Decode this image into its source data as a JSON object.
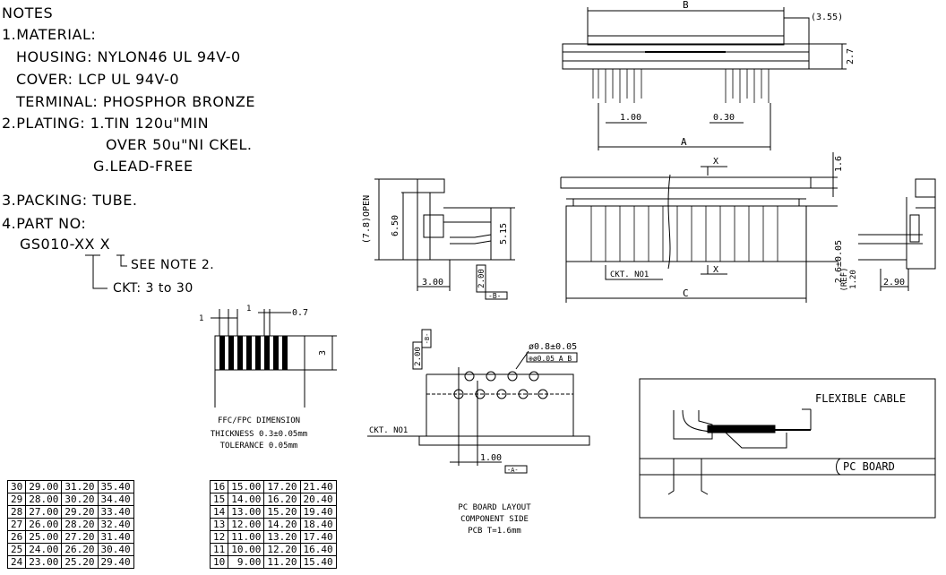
{
  "notes": {
    "heading": "NOTES",
    "line1": "1.MATERIAL:",
    "line2": "HOUSING: NYLON46 UL 94V-0",
    "line3": "COVER: LCP UL 94V-0",
    "line4": "TERMINAL: PHOSPHOR BRONZE",
    "line5": "2.PLATING: 1.TIN 120u\"MIN",
    "line6": "OVER 50u\"NI CKEL.",
    "line7": "G.LEAD-FREE",
    "line8": "3.PACKING: TUBE.",
    "line9": "4.PART NO:",
    "partno": "GS010-XX X",
    "see_note": "SEE NOTE 2.",
    "ckt": "CKT: 3 to 30"
  },
  "top_view": {
    "b": "B",
    "a": "A",
    "d355": "(3.55)",
    "d27": "2.7",
    "d100": "1.00",
    "d030": "0.30"
  },
  "side_view": {
    "open": "(7.8)OPEN",
    "d650": "6.50",
    "d515": "5.15",
    "d300": "3.00",
    "d200": "2.00",
    "datum_b": "-B-"
  },
  "front_view": {
    "x_top": "X",
    "x_bot": "X",
    "d16": "1.6",
    "d26": "2.6±0.05",
    "ckt_no1": "CKT. NO1",
    "c": "C"
  },
  "right_view": {
    "ref": "(REF)",
    "d120": "1.20",
    "d290": "2.90"
  },
  "ffc": {
    "d1a": "1",
    "d1b": "1",
    "d07": "0.7",
    "d3": "3",
    "title": "FFC/FPC DIMENSION",
    "thickness": "THICKNESS 0.3±0.05mm",
    "tolerance": "TOLERANCE 0.05mm"
  },
  "pcb": {
    "d200": "2.00",
    "datum_b": "-B-",
    "hole_dia": "ø0.8±0.05",
    "tol_frame": "⊕ø0.05 A B",
    "ckt_no1": "CKT. NO1",
    "d100": "1.00",
    "datum_a": "-A-",
    "caption1": "PC BOARD LAYOUT",
    "caption2": "COMPONENT SIDE",
    "caption3": "PCB T=1.6mm"
  },
  "detail": {
    "flex_cable": "FLEXIBLE CABLE",
    "pc_board": "PC BOARD"
  },
  "table_left": [
    [
      "30",
      "29.00",
      "31.20",
      "35.40"
    ],
    [
      "29",
      "28.00",
      "30.20",
      "34.40"
    ],
    [
      "28",
      "27.00",
      "29.20",
      "33.40"
    ],
    [
      "27",
      "26.00",
      "28.20",
      "32.40"
    ],
    [
      "26",
      "25.00",
      "27.20",
      "31.40"
    ],
    [
      "25",
      "24.00",
      "26.20",
      "30.40"
    ],
    [
      "24",
      "23.00",
      "25.20",
      "29.40"
    ]
  ],
  "table_right": [
    [
      "16",
      "15.00",
      "17.20",
      "21.40"
    ],
    [
      "15",
      "14.00",
      "16.20",
      "20.40"
    ],
    [
      "14",
      "13.00",
      "15.20",
      "19.40"
    ],
    [
      "13",
      "12.00",
      "14.20",
      "18.40"
    ],
    [
      "12",
      "11.00",
      "13.20",
      "17.40"
    ],
    [
      "11",
      "10.00",
      "12.20",
      "16.40"
    ],
    [
      "10",
      "9.00",
      "11.20",
      "15.40"
    ]
  ]
}
